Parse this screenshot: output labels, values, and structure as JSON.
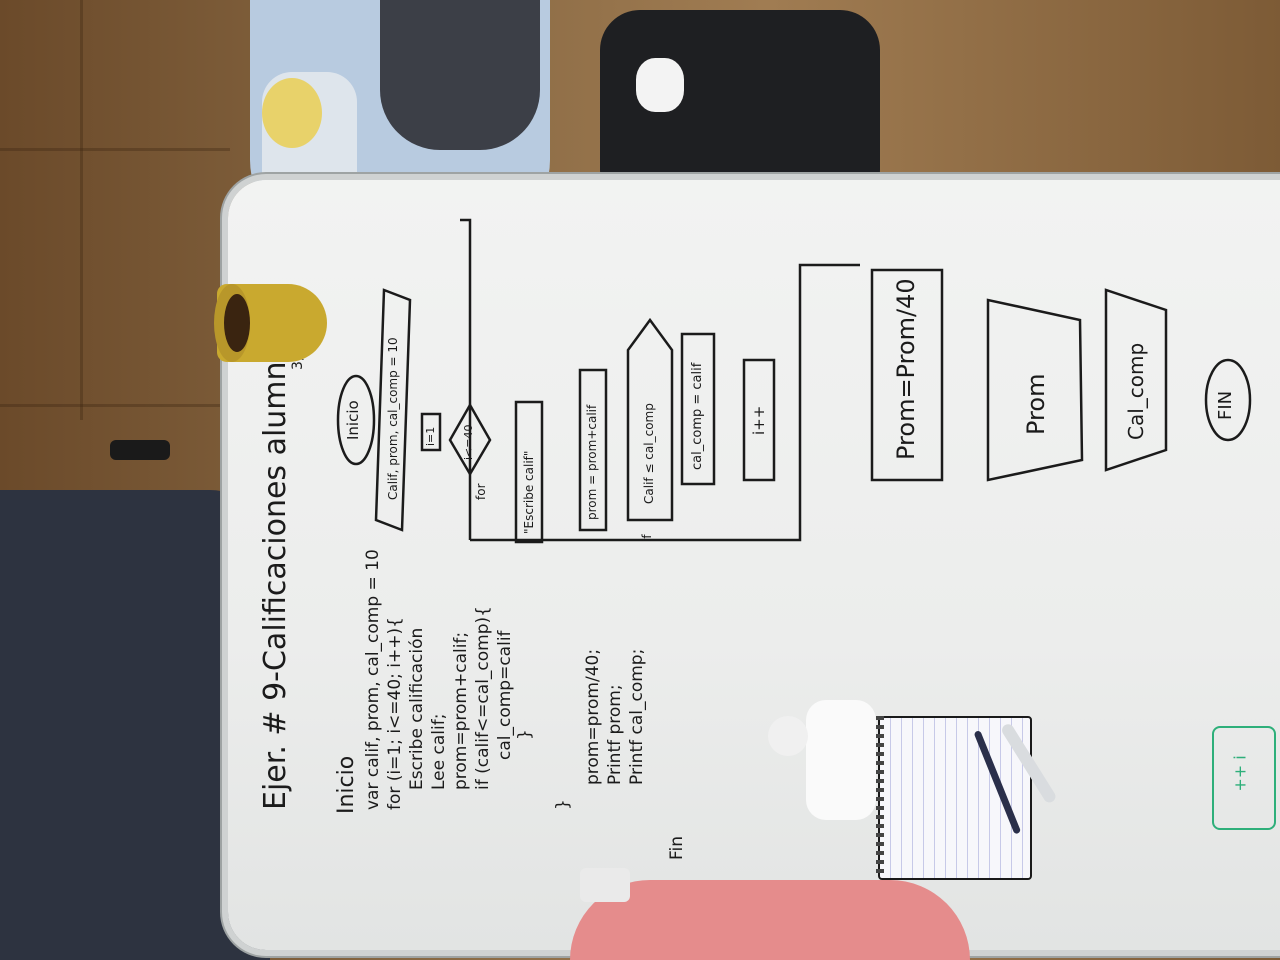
{
  "board": {
    "title": "Ejer. # 9-Calificaciones alumnos",
    "subtitle_note": "3, 5, 10",
    "pseudocode": [
      "Inicio",
      "var calif,          prom, cal_comp = 10",
      "for (i=1; i<=40; i++){",
      "  Escribe calificación",
      "  Lee calif;",
      "  prom=prom+calif;",
      "  if (calif<=cal_comp){",
      "     cal_comp=calif",
      "  }",
      "}",
      "prom=prom/40;",
      "Printf prom;",
      "Printf cal_comp;",
      "Fin"
    ],
    "flowchart": {
      "start": "Inicio",
      "vars": "Calif, prom, cal_comp = 10",
      "init": "i=1",
      "for_label": "for",
      "condition": "i<=40",
      "write": "\"Escribe calif\"",
      "sum": "prom = prom+calif",
      "if_label": "if",
      "decision": "Calif ≤ cal_comp",
      "assign": "cal_comp = calif",
      "increment": "i++",
      "average": "Prom=Prom/40",
      "output_prom": "Prom",
      "output_comp": "Cal_comp",
      "end": "FIN"
    },
    "green_note": "++ i"
  }
}
